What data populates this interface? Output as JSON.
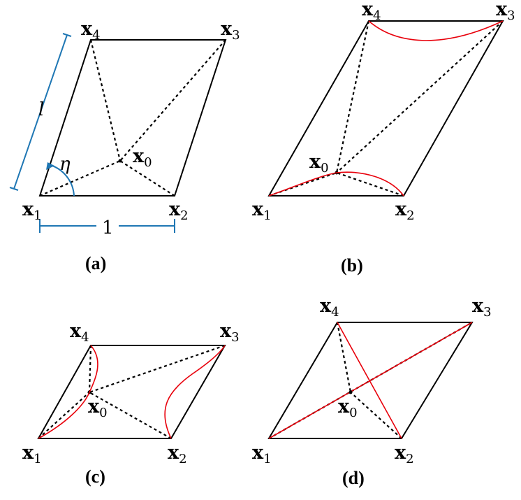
{
  "panels": [
    {
      "caption": "(a)"
    },
    {
      "caption": "(b)"
    },
    {
      "caption": "(c)"
    },
    {
      "caption": "(d)"
    }
  ],
  "vertex_labels": {
    "x0": {
      "base": "x",
      "sub": "0"
    },
    "x1": {
      "base": "x",
      "sub": "1"
    },
    "x2": {
      "base": "x",
      "sub": "2"
    },
    "x3": {
      "base": "x",
      "sub": "3"
    },
    "x4": {
      "base": "x",
      "sub": "4"
    }
  },
  "annotations": {
    "side_length": "l",
    "angle": "η",
    "unit_length": "1"
  },
  "colors": {
    "edges": "#000000",
    "curves": "#e8000b",
    "dimensions": "#1f77b4"
  }
}
